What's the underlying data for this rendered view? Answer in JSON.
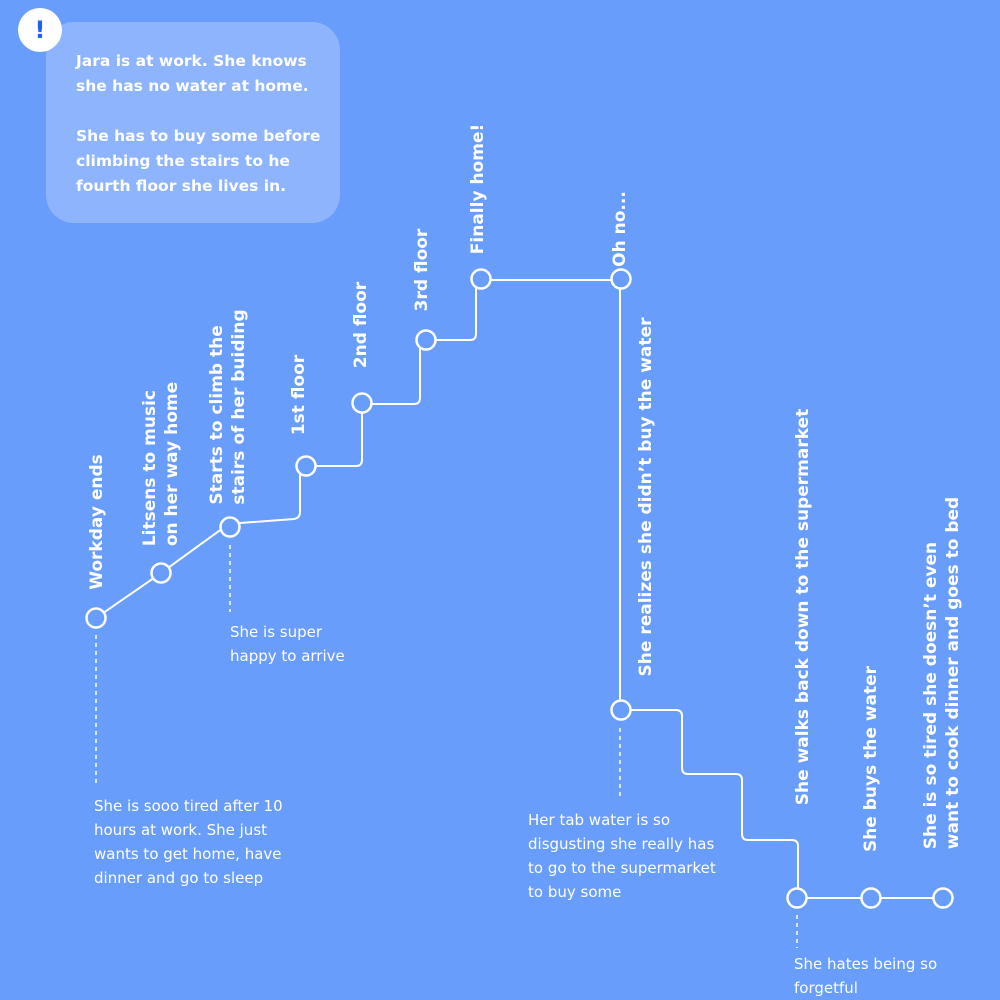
{
  "alert_icon": "!",
  "intro": {
    "paragraph1": [
      "Jara is at work. She knows",
      "she has no water at home."
    ],
    "paragraph2": [
      "She has to buy some before",
      "climbing the stairs to he",
      "fourth floor she lives in."
    ]
  },
  "steps": [
    {
      "lines": [
        "Workday ends"
      ]
    },
    {
      "lines": [
        "Litsens to music",
        "on her way home"
      ]
    },
    {
      "lines": [
        "Starts to climb the",
        "stairs of her buiding"
      ]
    },
    {
      "lines": [
        "1st floor"
      ]
    },
    {
      "lines": [
        "2nd floor"
      ]
    },
    {
      "lines": [
        "3rd floor"
      ]
    },
    {
      "lines": [
        "Finally home!"
      ]
    },
    {
      "lines": [
        "Oh no..."
      ]
    },
    {
      "lines": [
        "She realizes she didn’t buy the water"
      ]
    },
    {
      "lines": [
        "She walks back down to the supermarket"
      ]
    },
    {
      "lines": [
        "She buys the water"
      ]
    },
    {
      "lines": [
        "She is so tired she doesn’t even",
        "want to cook dinner and goes to bed"
      ]
    }
  ],
  "notes": [
    {
      "lines": [
        "She is super",
        "happy to arrive"
      ]
    },
    {
      "lines": [
        "She is sooo tired after 10",
        "hours at work. She just",
        "wants to get home, have",
        "dinner and go to sleep"
      ]
    },
    {
      "lines": [
        "Her tab water is so",
        "disgusting she really has",
        "to go to the supermarket",
        "to buy some"
      ]
    },
    {
      "lines": [
        "She hates being so",
        "forgetful"
      ]
    }
  ],
  "colors": {
    "background": "#689dfc",
    "panel": "#8db4fd",
    "line": "#ffffff",
    "alert": "#1e62f0"
  }
}
